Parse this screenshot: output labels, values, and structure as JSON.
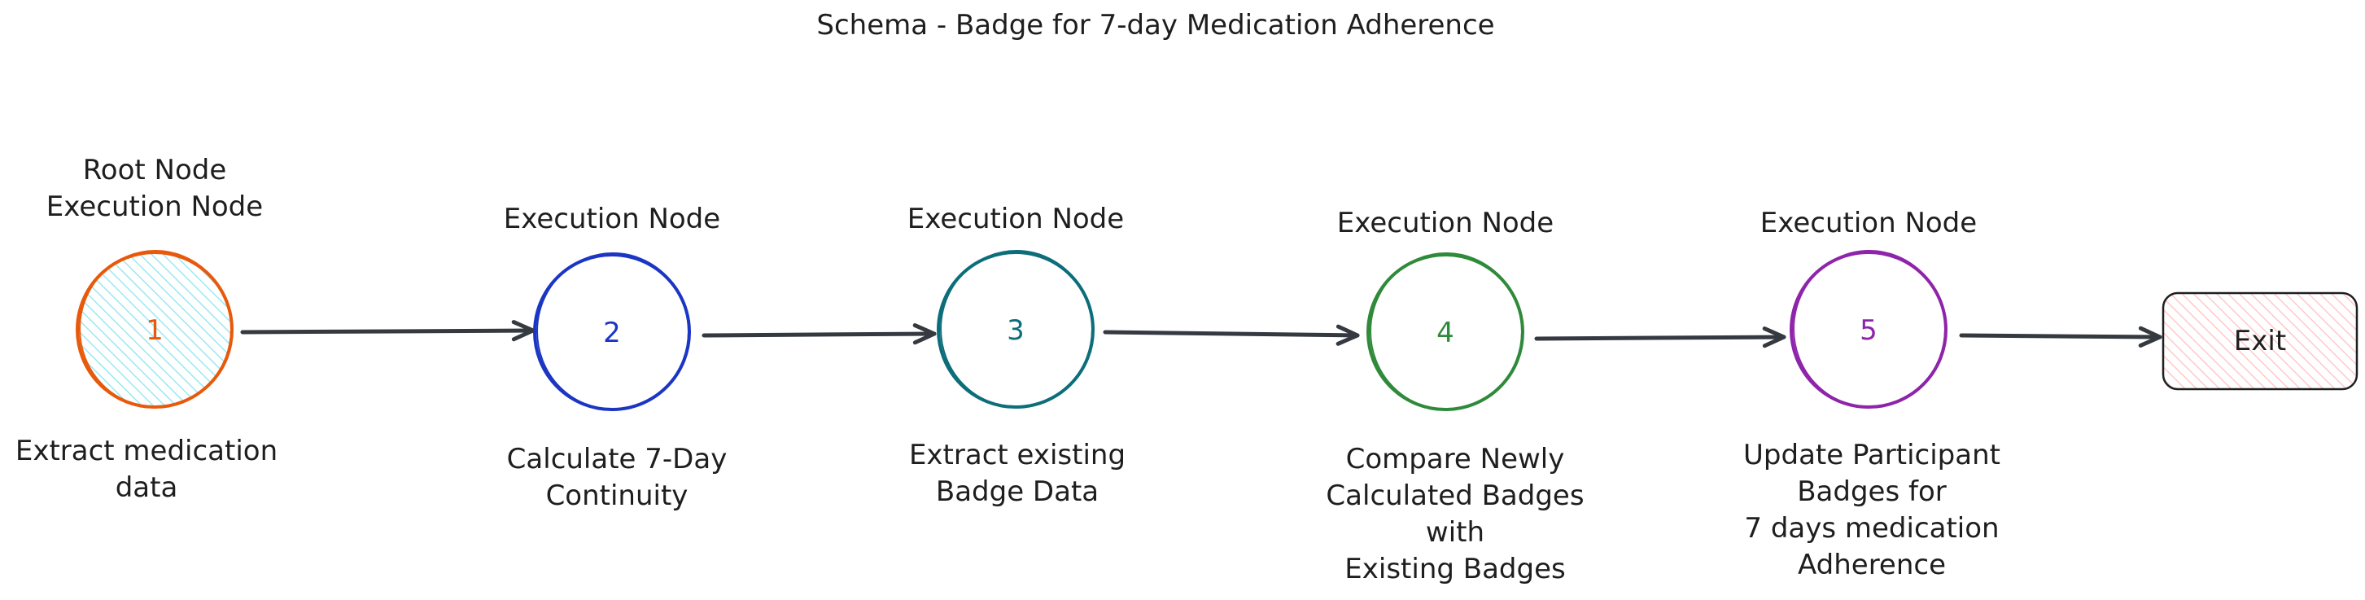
{
  "diagram": {
    "title": "Schema - Badge for 7-day Medication Adherence",
    "title_color": "#e03131",
    "arrow_color": "#343a40",
    "nodes": [
      {
        "number": "1",
        "header": [
          "Root Node",
          "Execution Node"
        ],
        "description": [
          "Extract medication",
          "data"
        ],
        "stroke_color": "#e8590c",
        "fill_color": "#99e9f2",
        "text_color": "#e8590c"
      },
      {
        "number": "2",
        "header": [
          "Execution Node"
        ],
        "description": [
          "Calculate 7-Day",
          "Continuity"
        ],
        "stroke_color": "#1c36c4",
        "text_color": "#1c36c4"
      },
      {
        "number": "3",
        "header": [
          "Execution Node"
        ],
        "description": [
          "Extract existing",
          "Badge Data"
        ],
        "stroke_color": "#0c6e7a",
        "text_color": "#0c6e7a"
      },
      {
        "number": "4",
        "header": [
          "Execution Node"
        ],
        "description": [
          "Compare Newly",
          "Calculated Badges",
          "with",
          "Existing Badges"
        ],
        "stroke_color": "#2f8a3a",
        "text_color": "#2f8a3a"
      },
      {
        "number": "5",
        "header": [
          "Execution Node"
        ],
        "description": [
          "Update Participant",
          "Badges for",
          "7 days medication",
          "Adherence"
        ],
        "stroke_color": "#8e24aa",
        "text_color": "#8e24aa"
      }
    ],
    "exit": {
      "label": "Exit",
      "stroke_color": "#1e1e1e",
      "fill_color": "#ffc9c9"
    }
  }
}
